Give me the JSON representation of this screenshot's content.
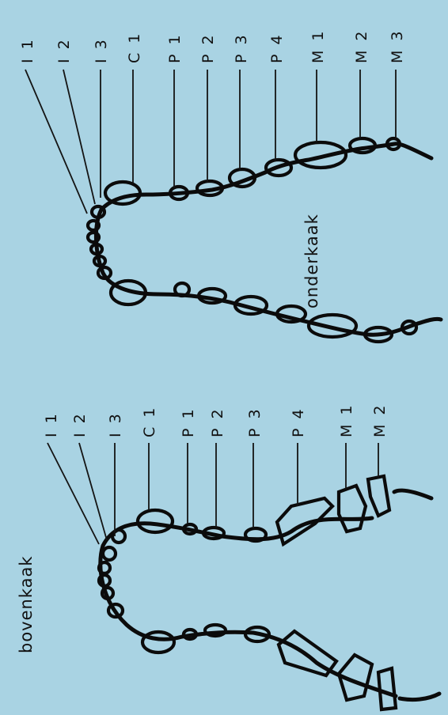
{
  "title_upper": "bovenkaak",
  "title_lower": "onderkaak",
  "labels_upper": [
    "I 1",
    "I 2",
    "I 3",
    "C 1",
    "P 1",
    "P 2",
    "P 3",
    "P 4",
    "M 1",
    "M 2"
  ],
  "labels_lower": [
    "I 1",
    "I 2",
    "I 3",
    "C 1",
    "P 1",
    "P 2",
    "P 3",
    "P 4",
    "M 1",
    "M 2",
    "M 3"
  ]
}
